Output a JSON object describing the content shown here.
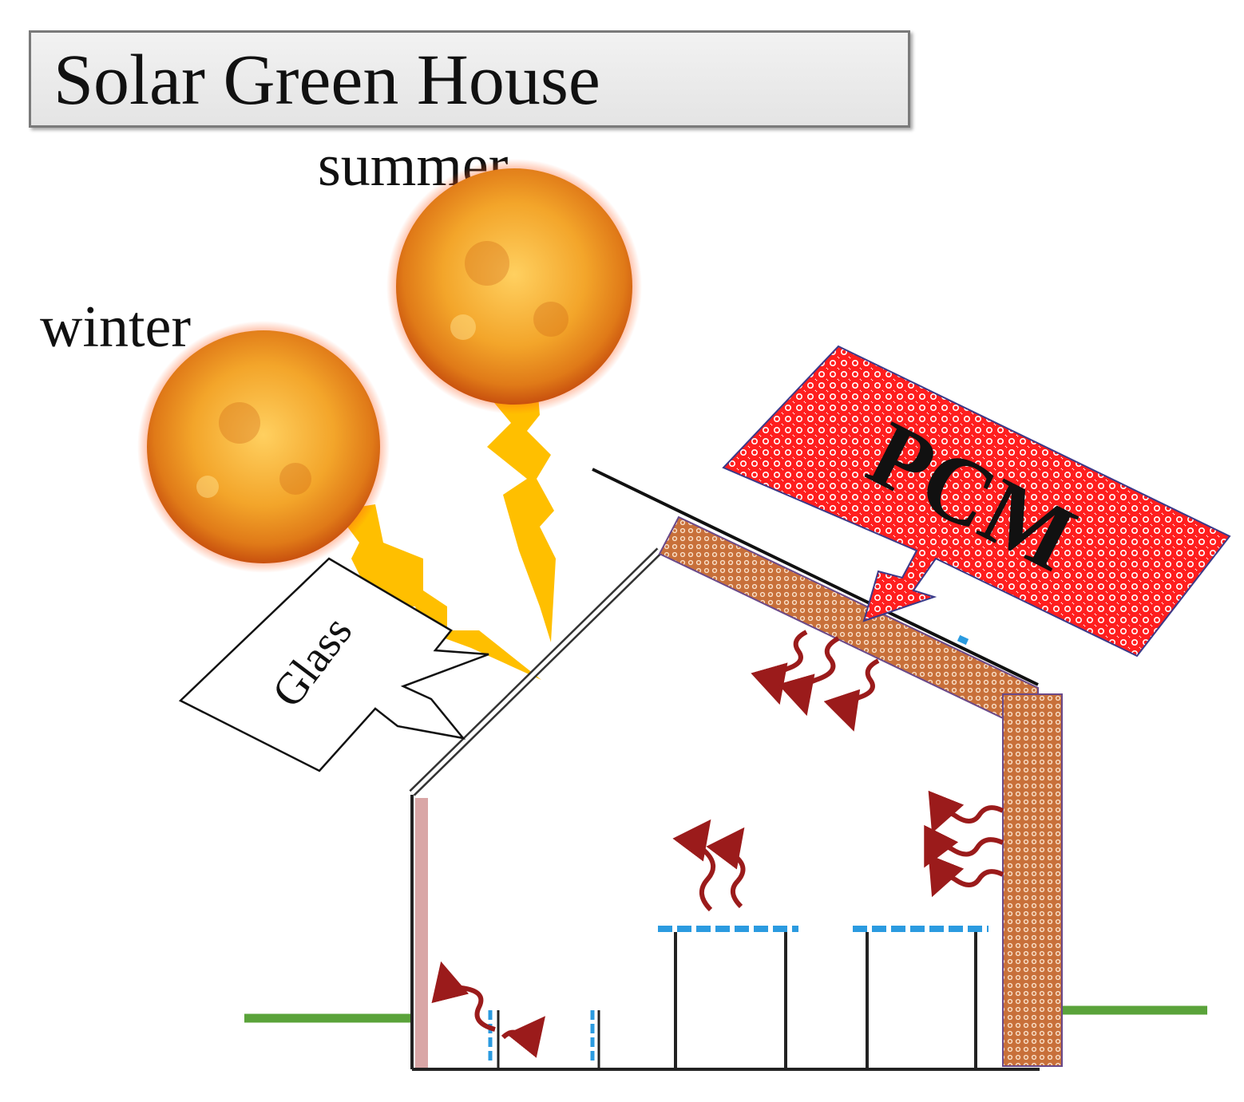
{
  "title": "Solar Green House",
  "labels": {
    "summer": "summer",
    "winter": "winter",
    "glass": "Glass",
    "pcm": "PCM"
  },
  "colors": {
    "sun_core": "#f0a020",
    "sun_glow": "#ff5a1a",
    "bolt": "#ffbf00",
    "pcm_fill": "#ff1e1e",
    "brick": "#c8703a",
    "heat_wave": "#9b1b1b",
    "ground": "#5aa33a",
    "tray": "#2b9be0",
    "inner_wall": "#d9a6a6"
  }
}
